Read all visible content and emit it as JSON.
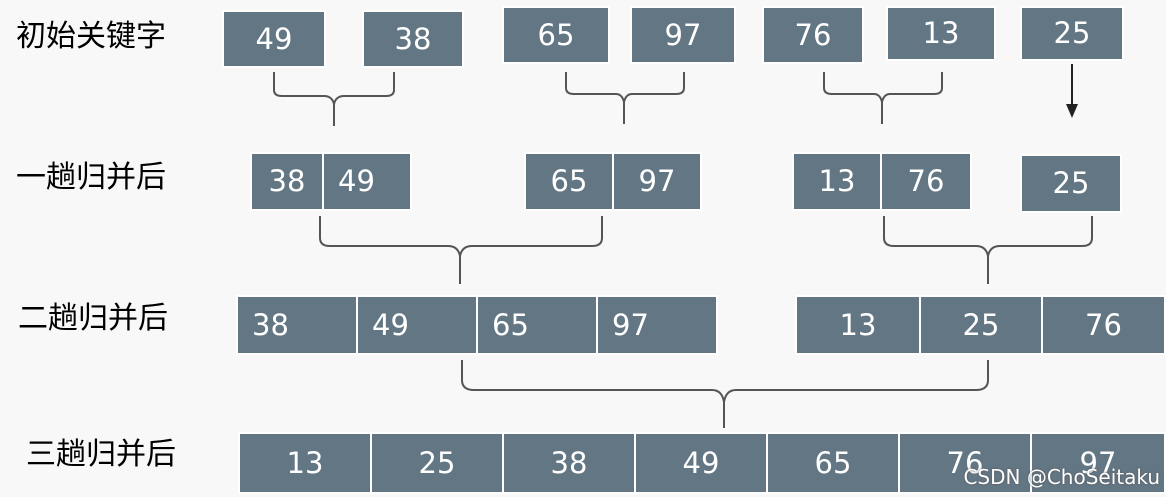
{
  "rows": [
    {
      "label": "初始关键字",
      "values": [
        "49",
        "38",
        "65",
        "97",
        "76",
        "13",
        "25"
      ]
    },
    {
      "label": "一趟归并后",
      "values": [
        "38",
        "49",
        "65",
        "97",
        "13",
        "76",
        "25"
      ]
    },
    {
      "label": "二趟归并后",
      "values": [
        "38",
        "49",
        "65",
        "97",
        "13",
        "25",
        "76"
      ]
    },
    {
      "label": "三趟归并后",
      "values": [
        "13",
        "25",
        "38",
        "49",
        "65",
        "76",
        "97"
      ]
    }
  ],
  "watermark": "CSDN @ChoSeitaku",
  "colors": {
    "cell": "#637684",
    "cell_text": "#ffffff",
    "line": "#555555"
  }
}
